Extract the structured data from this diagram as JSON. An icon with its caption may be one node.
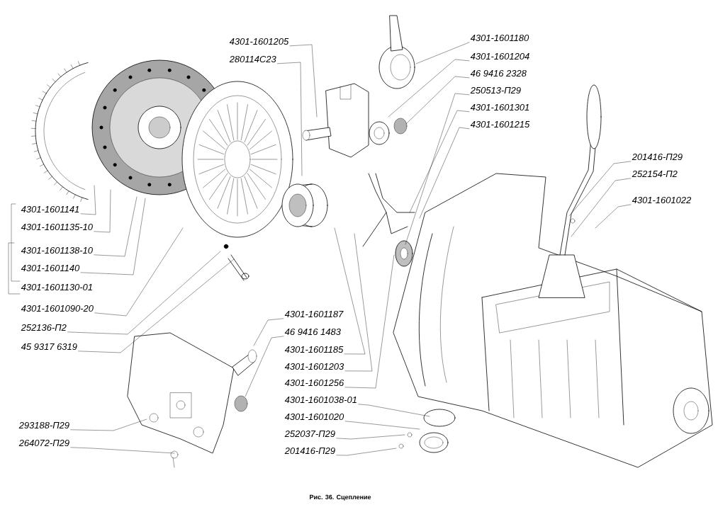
{
  "diagram": {
    "caption": "Рис. 36. Сцепление",
    "nodes": [
      {
        "text": [
          "4301-1601205"
        ]
      },
      {
        "text": [
          "280114С23"
        ]
      },
      {
        "text": [
          "4301-1601180"
        ]
      },
      {
        "text": [
          "4301-1601204"
        ]
      },
      {
        "text": [
          "46 9416 2328"
        ]
      },
      {
        "text": [
          "250513-П29"
        ]
      },
      {
        "text": [
          "4301-1601301"
        ]
      },
      {
        "text": [
          "4301-1601215"
        ]
      },
      {
        "text": [
          "201416-П29"
        ]
      },
      {
        "text": [
          "252154-П2"
        ]
      },
      {
        "text": [
          "4301-1601022"
        ]
      },
      {
        "text": [
          "4301-1601141"
        ]
      },
      {
        "text": [
          "4301-1601135-10"
        ]
      },
      {
        "text": [
          "4301-1601138-10"
        ]
      },
      {
        "text": [
          "4301-1601140"
        ]
      },
      {
        "text": [
          "4301-1601090-20"
        ]
      },
      {
        "text": [
          "252136-П2"
        ]
      },
      {
        "text": [
          "45 9317 6319"
        ]
      },
      {
        "text": [
          "4301-1601187"
        ]
      },
      {
        "text": [
          "46 9416 1483"
        ]
      },
      {
        "text": [
          "4301-1601185"
        ]
      },
      {
        "text": [
          "4301-1601203"
        ]
      },
      {
        "text": [
          "4301-1601256"
        ]
      },
      {
        "text": [
          "4301-1601038-01"
        ]
      },
      {
        "text": [
          "4301-1601020"
        ]
      },
      {
        "text": [
          "252037-П29"
        ]
      },
      {
        "text": [
          "201416-П29"
        ]
      },
      {
        "text": [
          "293188-П29"
        ]
      },
      {
        "text": [
          "264072-П29"
        ]
      }
    ],
    "edges": [
      {
        "from": 0,
        "to": null,
        "arrow": "none"
      },
      {
        "from": 1,
        "to": null,
        "arrow": "none"
      },
      {
        "from": 2,
        "to": null,
        "arrow": "none"
      },
      {
        "from": 3,
        "to": null,
        "arrow": "none"
      },
      {
        "from": 4,
        "to": null,
        "arrow": "none"
      },
      {
        "from": 5,
        "to": null,
        "arrow": "none"
      },
      {
        "from": 6,
        "to": null,
        "arrow": "none"
      },
      {
        "from": 7,
        "to": null,
        "arrow": "none"
      },
      {
        "from": 8,
        "to": null,
        "arrow": "none"
      },
      {
        "from": 9,
        "to": null,
        "arrow": "none"
      },
      {
        "from": 10,
        "to": null,
        "arrow": "none"
      },
      {
        "from": 11,
        "to": null,
        "arrow": "none"
      },
      {
        "from": 12,
        "to": null,
        "arrow": "none"
      },
      {
        "from": 13,
        "to": null,
        "arrow": "none"
      },
      {
        "from": 14,
        "to": null,
        "arrow": "none"
      },
      {
        "from": 15,
        "to": null,
        "arrow": "none"
      },
      {
        "from": 16,
        "to": null,
        "arrow": "none"
      },
      {
        "from": 17,
        "to": null,
        "arrow": "none"
      },
      {
        "from": 18,
        "to": null,
        "arrow": "none"
      },
      {
        "from": 19,
        "to": null,
        "arrow": "none"
      },
      {
        "from": 20,
        "to": null,
        "arrow": "none"
      },
      {
        "from": 21,
        "to": null,
        "arrow": "none"
      },
      {
        "from": 22,
        "to": null,
        "arrow": "none"
      },
      {
        "from": 23,
        "to": null,
        "arrow": "none"
      },
      {
        "from": 24,
        "to": null,
        "arrow": "none"
      },
      {
        "from": 25,
        "to": null,
        "arrow": "none"
      },
      {
        "from": 26,
        "to": null,
        "arrow": "none"
      },
      {
        "from": 27,
        "to": null,
        "arrow": "none"
      },
      {
        "from": 28,
        "to": null,
        "arrow": "none"
      }
    ],
    "labels": [
      "4301-1601130-01"
    ]
  }
}
